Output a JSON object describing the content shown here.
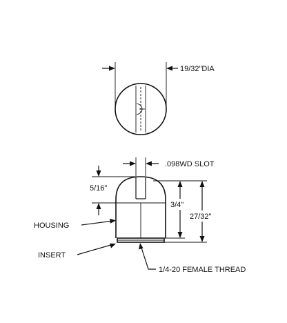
{
  "labels": {
    "diameter": "19/32\"DIA",
    "slot": ".098WD SLOT",
    "top_height": "5/16\"",
    "body_height": "3/4\"",
    "overall_height": "27/32\"",
    "housing": "HOUSING",
    "insert": "INSERT",
    "thread": "1/4-20 FEMALE THREAD"
  }
}
